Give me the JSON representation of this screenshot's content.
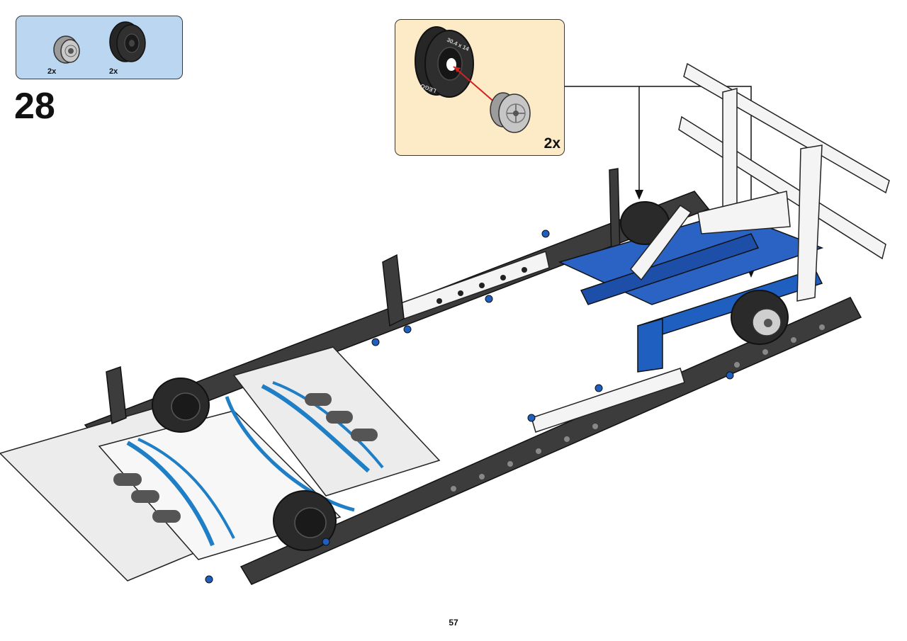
{
  "parts_list": {
    "items": [
      {
        "icon": "grey-rim-icon",
        "quantity": "2x"
      },
      {
        "icon": "black-tyre-icon",
        "quantity": "2x"
      }
    ]
  },
  "step": {
    "number": "28"
  },
  "sub_assembly": {
    "quantity": "2x",
    "tyre_marking": "30.4 x 14",
    "tyre_brand": "LEGO"
  },
  "page": {
    "number": "57"
  },
  "colors": {
    "parts_box_bg": "#bad6f1",
    "sub_box_bg": "#fdebc7",
    "arrow_red": "#d42121",
    "beam_black": "#3c3c3c",
    "beam_white": "#f4f4f4",
    "accent_blue": "#1e5fc0"
  }
}
